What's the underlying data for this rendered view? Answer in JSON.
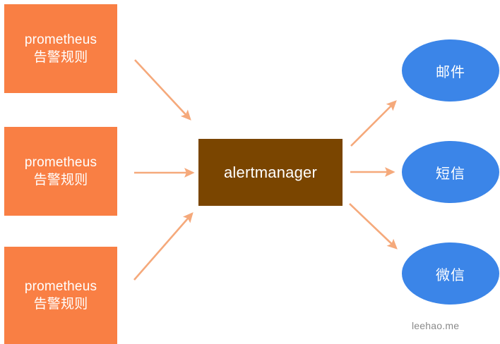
{
  "diagram": {
    "title": "prometheus alertmanager notification flow",
    "colors": {
      "source_box": "#F97F44",
      "central_box": "#7A4500",
      "destination": "#3B85E8",
      "arrow": "#F5A97B",
      "source_text": "#FFFFFF",
      "central_text": "#FFFFFF",
      "destination_text": "#FFFFFF",
      "watermark_text": "#8A8A8A",
      "background": "#FFFFFF"
    },
    "sources": [
      {
        "line1": "prometheus",
        "line2": "告警规则"
      },
      {
        "line1": "prometheus",
        "line2": "告警规则"
      },
      {
        "line1": "prometheus",
        "line2": "告警规则"
      }
    ],
    "central": {
      "label": "alertmanager"
    },
    "destinations": [
      {
        "label": "邮件"
      },
      {
        "label": "短信"
      },
      {
        "label": "微信"
      }
    ],
    "arrows": [
      {
        "name": "arrow-source-1-to-alertmanager",
        "from": "prometheus-box-1",
        "to": "alertmanager",
        "direction": "down-right"
      },
      {
        "name": "arrow-source-2-to-alertmanager",
        "from": "prometheus-box-2",
        "to": "alertmanager",
        "direction": "right"
      },
      {
        "name": "arrow-source-3-to-alertmanager",
        "from": "prometheus-box-3",
        "to": "alertmanager",
        "direction": "up-right"
      },
      {
        "name": "arrow-alertmanager-to-email",
        "from": "alertmanager",
        "to": "邮件",
        "direction": "up-right"
      },
      {
        "name": "arrow-alertmanager-to-sms",
        "from": "alertmanager",
        "to": "短信",
        "direction": "right"
      },
      {
        "name": "arrow-alertmanager-to-wechat",
        "from": "alertmanager",
        "to": "微信",
        "direction": "down-right"
      }
    ],
    "watermark": "leehao.me"
  }
}
